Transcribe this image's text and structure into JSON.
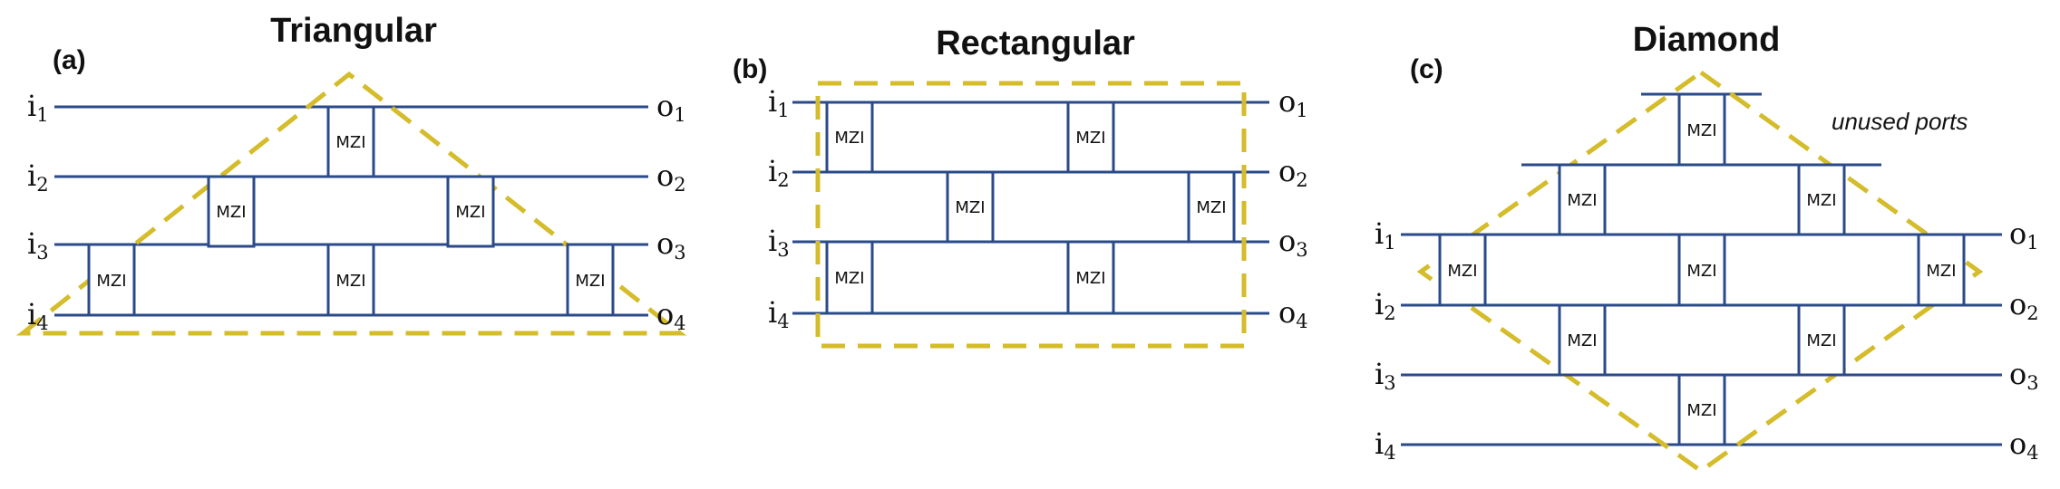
{
  "panels": {
    "a": {
      "label": "(a)",
      "title": "Triangular"
    },
    "b": {
      "label": "(b)",
      "title": "Rectangular"
    },
    "c": {
      "label": "(c)",
      "title": "Diamond",
      "note": "unused ports"
    }
  },
  "mzi_label": "MZI",
  "port_letters": {
    "input": "i",
    "output": "o"
  },
  "port_numbers": [
    "1",
    "2",
    "3",
    "4"
  ],
  "colors": {
    "waveguide": "#2a4a8a",
    "outline": "#d4bc2a",
    "text": "#111111"
  }
}
